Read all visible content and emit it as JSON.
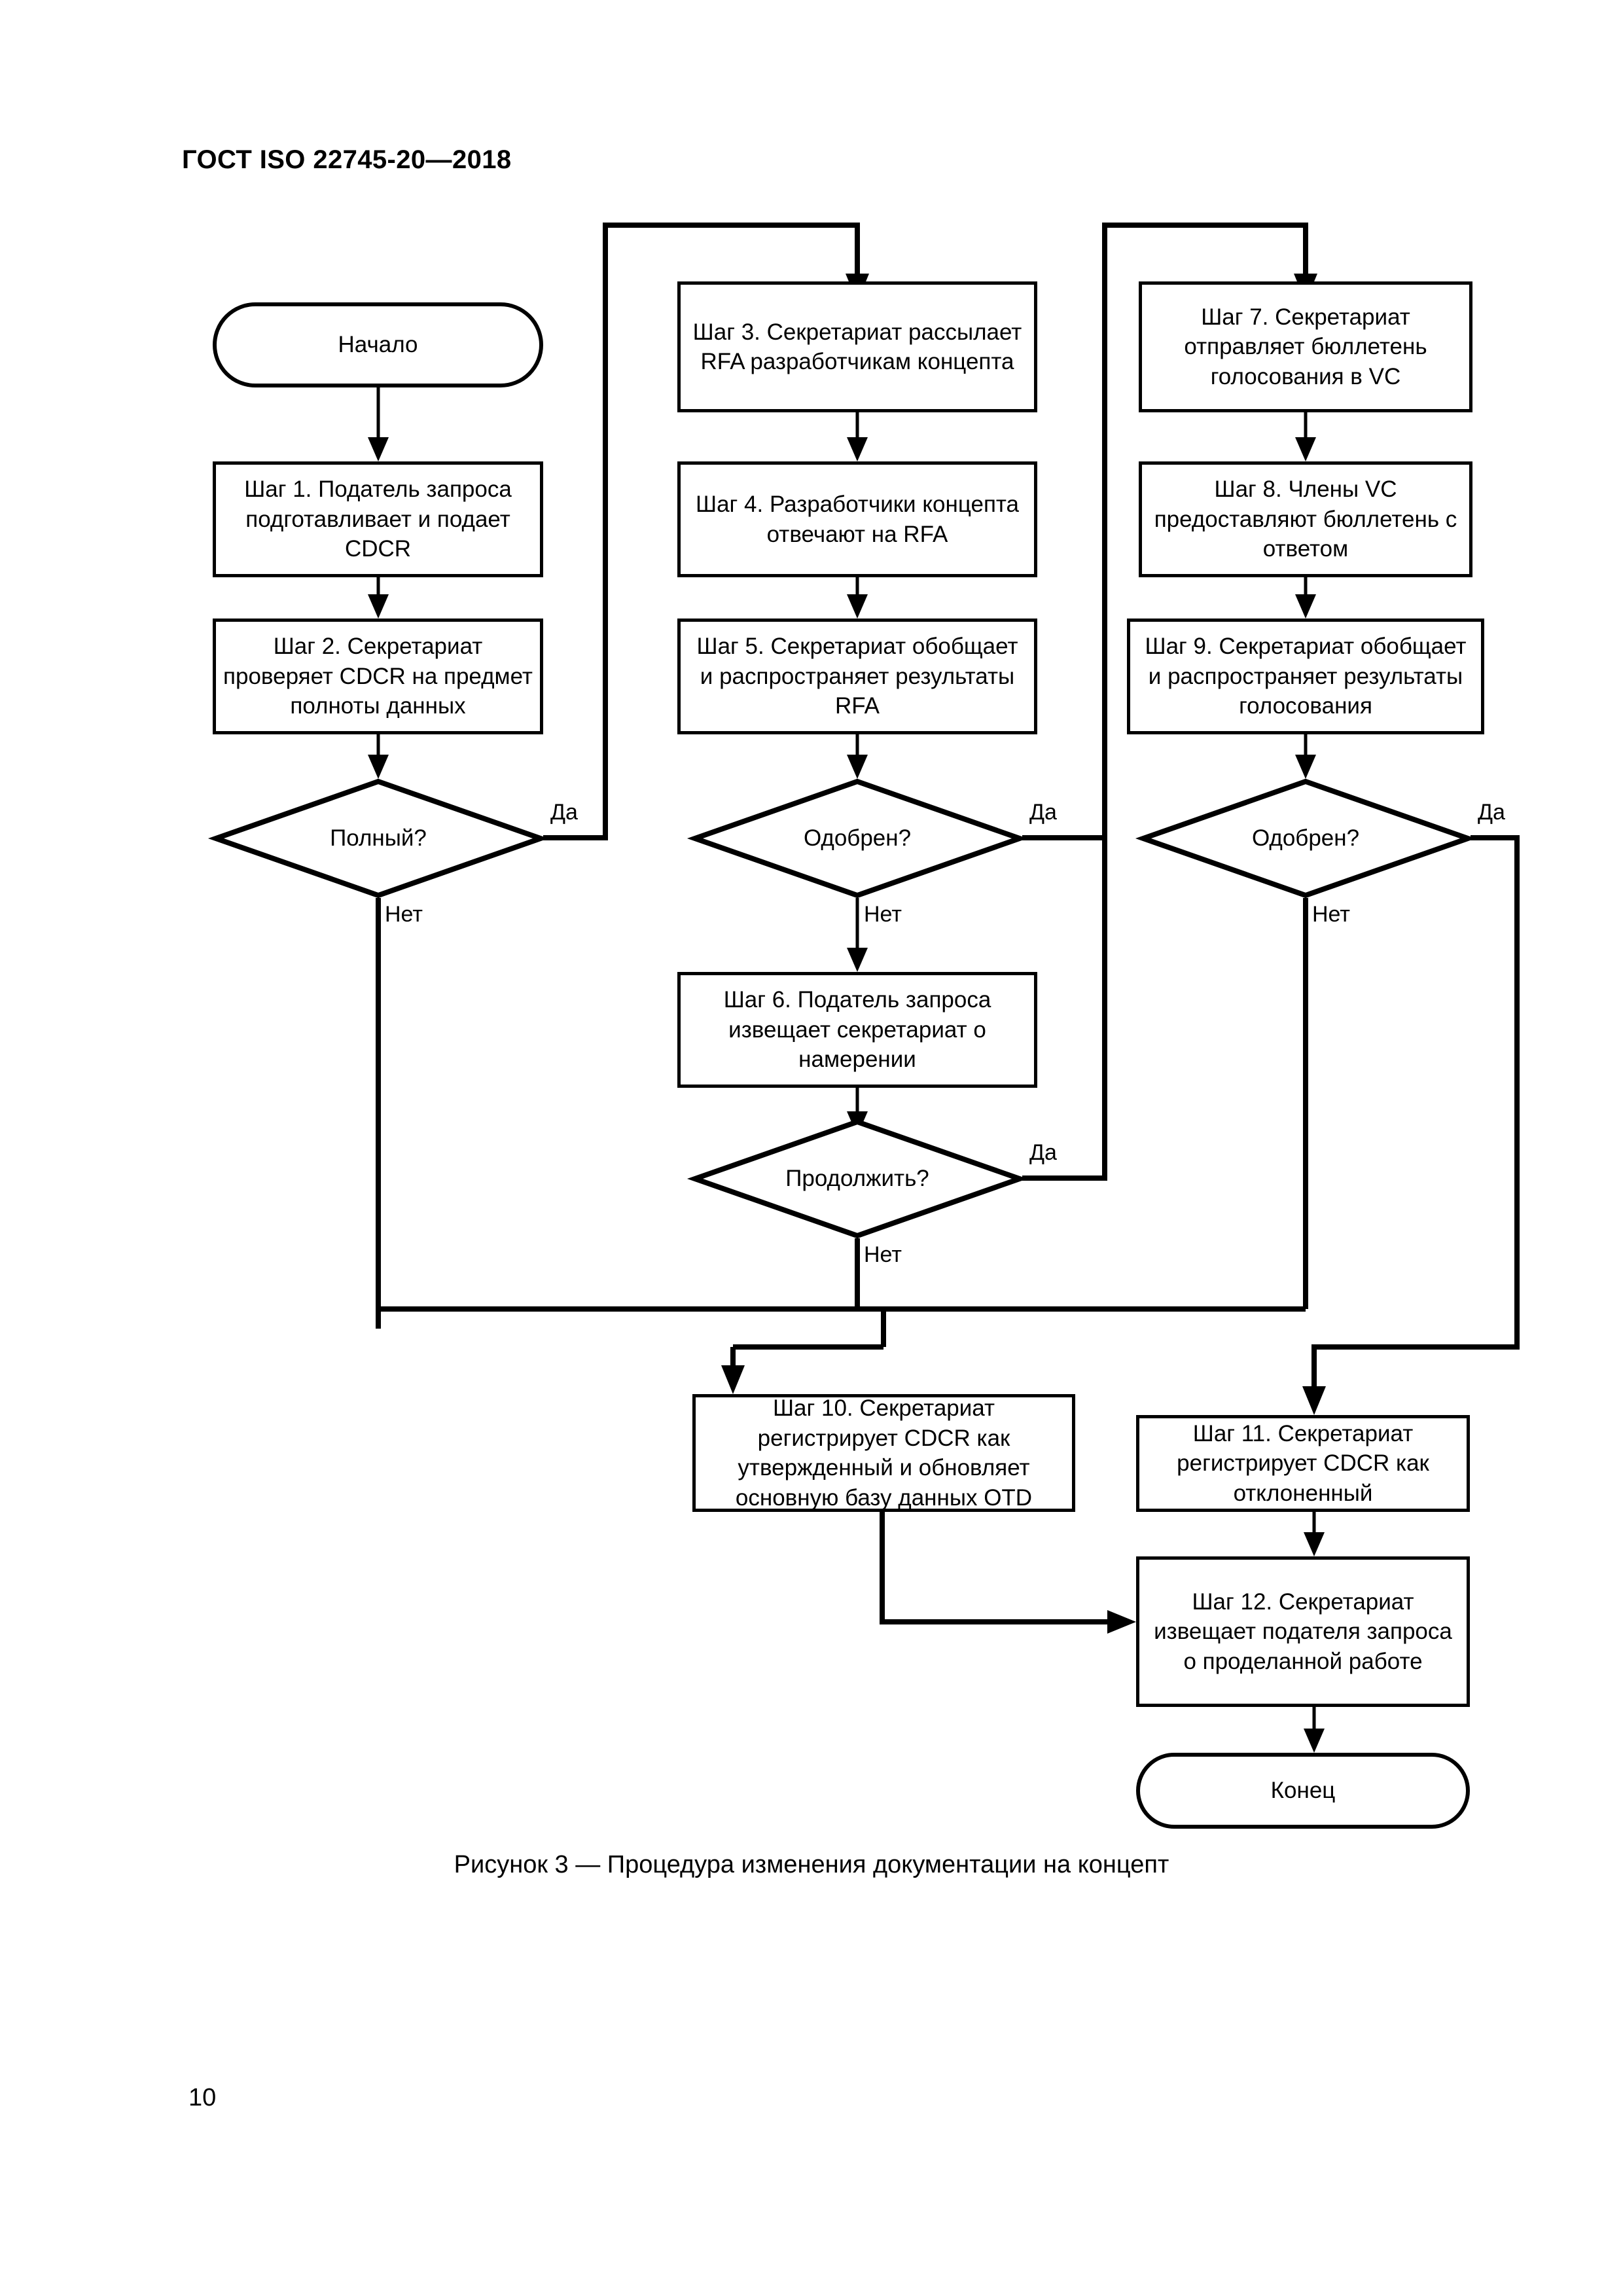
{
  "document": {
    "header": "ГОСТ ISO 22745-20—2018",
    "page_number": "10",
    "figure_caption": "Рисунок 3 — Процедура изменения документации на концепт"
  },
  "chart_data": {
    "type": "diagram",
    "title": "Рисунок 3 — Процедура изменения документации на концепт",
    "nodes": [
      {
        "id": "start",
        "shape": "terminator",
        "label": "Начало"
      },
      {
        "id": "step1",
        "shape": "process",
        "label": "Шаг 1. Податель запроса подготавливает и подает CDCR"
      },
      {
        "id": "step2",
        "shape": "process",
        "label": "Шаг 2. Секретариат проверяет CDCR на предмет полноты данных"
      },
      {
        "id": "dec1",
        "shape": "decision",
        "label": "Полный?"
      },
      {
        "id": "step3",
        "shape": "process",
        "label": "Шаг 3. Секретариат рассылает RFA разработчикам концепта"
      },
      {
        "id": "step4",
        "shape": "process",
        "label": "Шаг 4. Разработчики концепта отвечают на RFA"
      },
      {
        "id": "step5",
        "shape": "process",
        "label": "Шаг 5. Секретариат обобщает и распространяет результаты RFA"
      },
      {
        "id": "dec2",
        "shape": "decision",
        "label": "Одобрен?"
      },
      {
        "id": "step6",
        "shape": "process",
        "label": "Шаг 6. Податель запроса извещает секретариат о намерении"
      },
      {
        "id": "dec3",
        "shape": "decision",
        "label": "Продолжить?"
      },
      {
        "id": "step7",
        "shape": "process",
        "label": "Шаг 7. Секретариат отправляет бюллетень голосования в VC"
      },
      {
        "id": "step8",
        "shape": "process",
        "label": "Шаг 8. Члены VC предоставляют бюллетень с ответом"
      },
      {
        "id": "step9",
        "shape": "process",
        "label": "Шаг 9. Секретариат обобщает и распространяет результаты голосования"
      },
      {
        "id": "dec4",
        "shape": "decision",
        "label": "Одобрен?"
      },
      {
        "id": "step10",
        "shape": "process",
        "label": "Шаг 10. Секретариат регистрирует CDCR как утвержденный и обновляет основную базу данных OTD"
      },
      {
        "id": "step11",
        "shape": "process",
        "label": "Шаг 11. Секретариат регистрирует CDCR как отклоненный"
      },
      {
        "id": "step12",
        "shape": "process",
        "label": "Шаг 12. Секретариат извещает подателя запроса о проделанной работе"
      },
      {
        "id": "end",
        "shape": "terminator",
        "label": "Конец"
      }
    ],
    "edges": [
      {
        "from": "start",
        "to": "step1",
        "label": ""
      },
      {
        "from": "step1",
        "to": "step2",
        "label": ""
      },
      {
        "from": "step2",
        "to": "dec1",
        "label": ""
      },
      {
        "from": "dec1",
        "to": "step3",
        "label": "Да"
      },
      {
        "from": "dec1",
        "to": "step10",
        "label": "Нет"
      },
      {
        "from": "step3",
        "to": "step4",
        "label": ""
      },
      {
        "from": "step4",
        "to": "step5",
        "label": ""
      },
      {
        "from": "step5",
        "to": "dec2",
        "label": ""
      },
      {
        "from": "dec2",
        "to": "step7",
        "label": "Да"
      },
      {
        "from": "dec2",
        "to": "step6",
        "label": "Нет"
      },
      {
        "from": "step6",
        "to": "dec3",
        "label": ""
      },
      {
        "from": "dec3",
        "to": "step3",
        "label": "Да"
      },
      {
        "from": "dec3",
        "to": "step10",
        "label": "Нет"
      },
      {
        "from": "step7",
        "to": "step8",
        "label": ""
      },
      {
        "from": "step8",
        "to": "step9",
        "label": ""
      },
      {
        "from": "step9",
        "to": "dec4",
        "label": ""
      },
      {
        "from": "dec4",
        "to": "step11",
        "label": "Да"
      },
      {
        "from": "dec4",
        "to": "step10",
        "label": "Нет"
      },
      {
        "from": "step10",
        "to": "step12",
        "label": ""
      },
      {
        "from": "step11",
        "to": "step12",
        "label": ""
      },
      {
        "from": "step12",
        "to": "end",
        "label": ""
      }
    ],
    "edge_labels": {
      "dec1_yes": "Да",
      "dec1_no": "Нет",
      "dec2_yes": "Да",
      "dec2_no": "Нет",
      "dec3_yes": "Да",
      "dec3_no": "Нет",
      "dec4_yes": "Да",
      "dec4_no": "Нет"
    },
    "colors": {
      "stroke": "#000000",
      "fill": "#ffffff",
      "text": "#000000"
    }
  }
}
